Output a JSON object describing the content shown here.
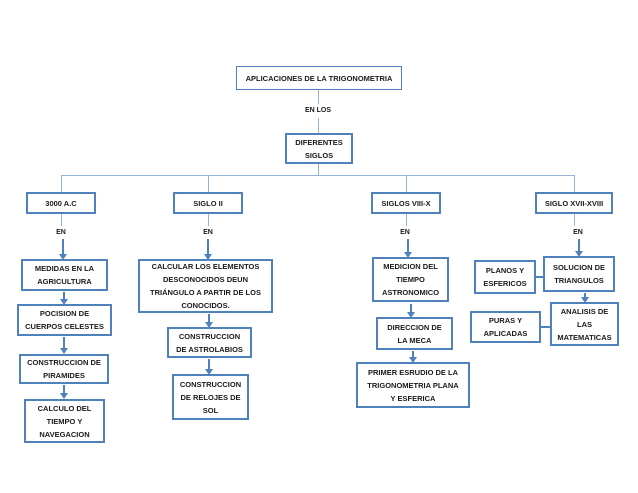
{
  "diagram": {
    "root": "APLICACIONES DE LA TRIGONOMETRIA",
    "root_connector_label": "EN LOS",
    "level2": "DIFERENTES\nSIGLOS",
    "branches": [
      {
        "period": "3000 A.C",
        "connector": "EN",
        "nodes": [
          "MEDIDAS EN LA\nAGRICULTURA",
          "POCISION DE\nCUERPOS CELESTES",
          "CONSTRUCCION DE\nPIRAMIDES",
          "CALCULO DEL\nTIEMPO Y\nNAVEGACION"
        ]
      },
      {
        "period": "SIGLO II",
        "connector": "EN",
        "nodes": [
          "CALCULAR LOS ELEMENTOS\nDESCONOCIDOS DEUN\nTRIÁNGULO A PARTIR DE LOS\nCONOCIDOS.",
          "CONSTRUCCION\nDE ASTROLABIOS",
          "CONSTRUCCION\nDE RELOJES DE\nSOL"
        ]
      },
      {
        "period": "SIGLOS VIII-X",
        "connector": "EN",
        "nodes": [
          "MEDICION DEL\nTIEMPO\nASTRONOMICO",
          "DIRECCION DE\nLA MECA",
          "PRIMER ESRUDIO DE LA\nTRIGONOMETRIA PLANA\nY ESFERICA"
        ]
      },
      {
        "period": "SIGLO XVII-XVIII",
        "connector": "EN",
        "nodes": [
          "SOLUCION DE\nTRIANGULOS",
          "ANALISIS DE\nLAS\nMATEMATICAS"
        ],
        "side_nodes": [
          "PLANOS Y\nESFERICOS",
          "PURAS Y\nAPLICADAS"
        ]
      }
    ],
    "colors": {
      "box_border": "#4F81BD",
      "connector_line": "#95B3D7",
      "arrow": "#4F81BD",
      "text": "#1A1A1A",
      "background": "#FFFFFF"
    }
  }
}
